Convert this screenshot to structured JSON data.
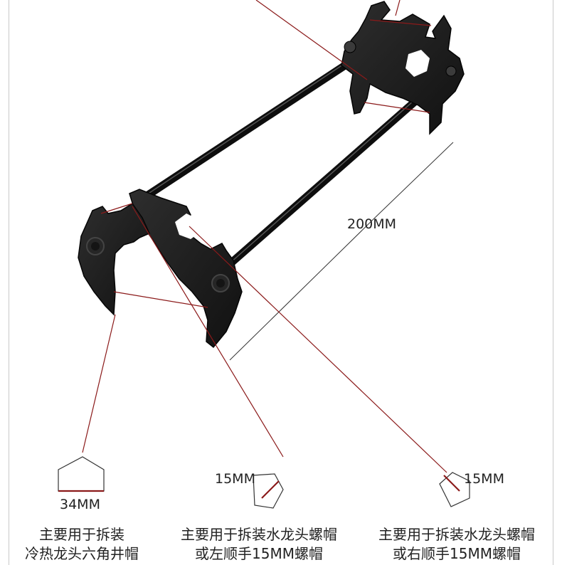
{
  "dimensions": {
    "length": "200MM",
    "hex_cap": "34MM",
    "pentagon_left": "15MM",
    "pentagon_right": "15MM"
  },
  "descriptions": [
    {
      "line1": "主要用于拆装",
      "line2": "冷热龙头六角井帽"
    },
    {
      "line1": "主要用于拆装水龙头螺帽",
      "line2": "或左顺手15MM螺帽"
    },
    {
      "line1": "主要用于拆装水龙头螺帽",
      "line2": "或右顺手15MM螺帽"
    }
  ],
  "colors": {
    "annotation": "#8b1a1a",
    "tool": "#1c1c1c",
    "dimension_line": "#333333"
  }
}
